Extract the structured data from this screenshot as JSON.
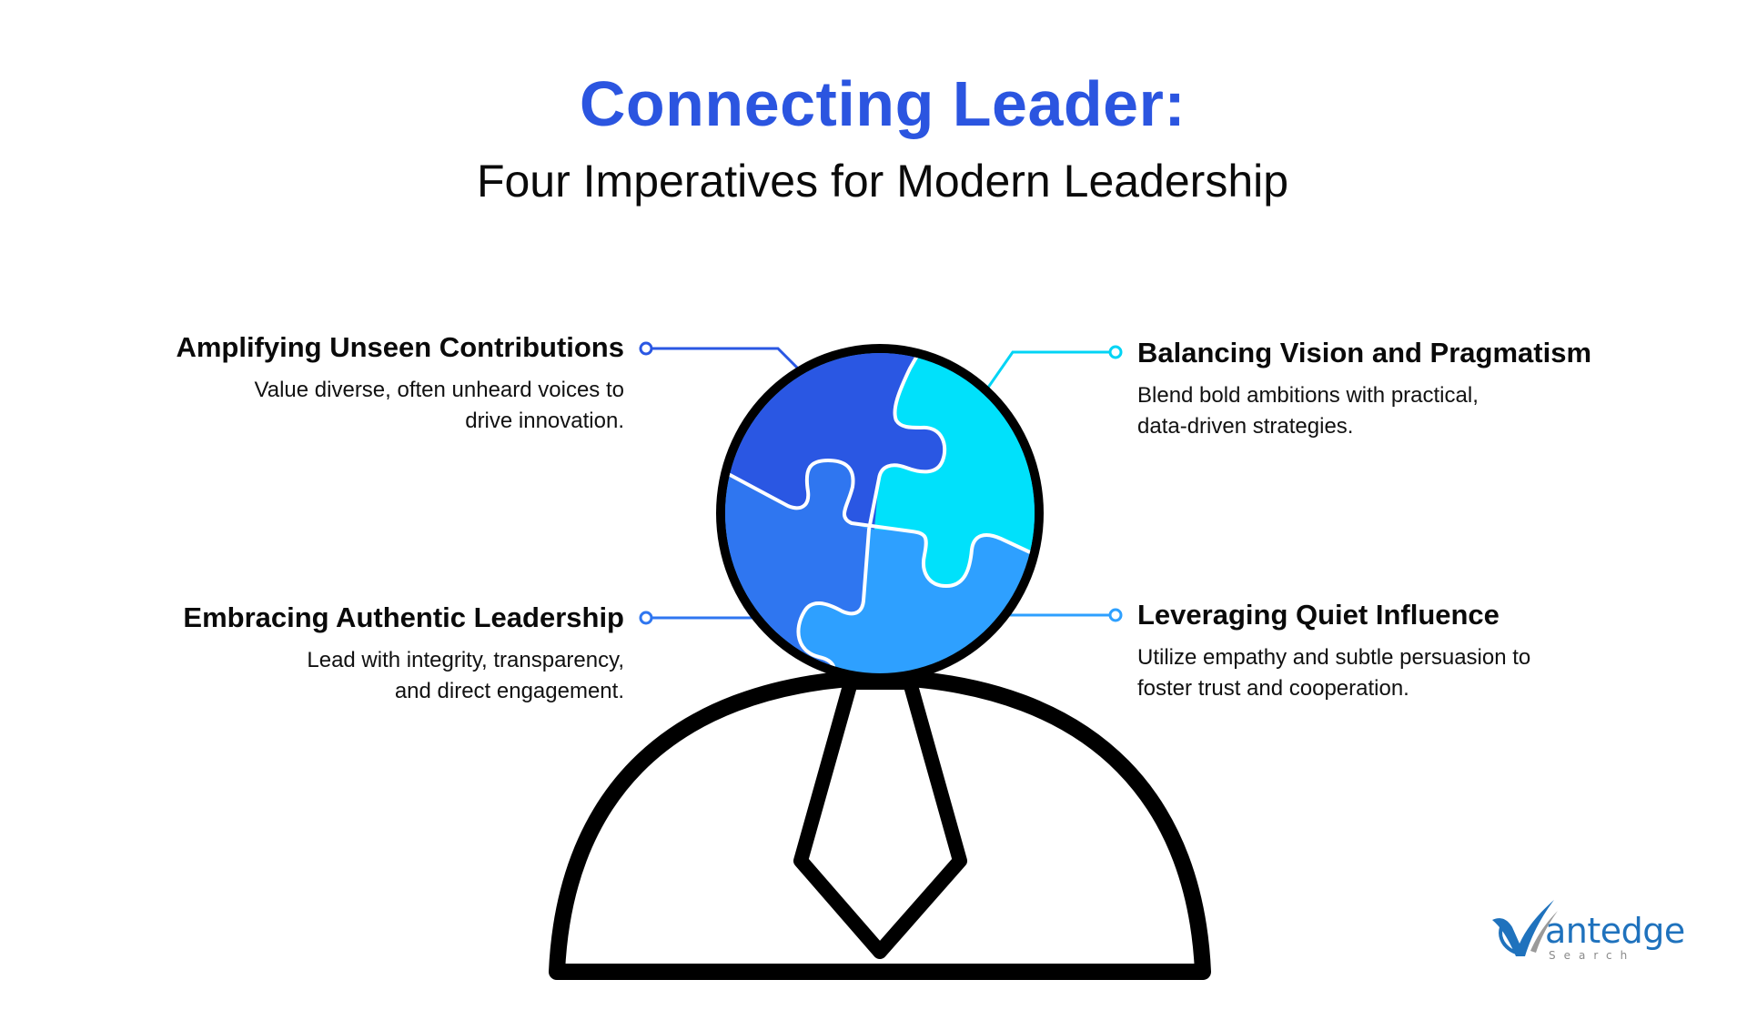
{
  "header": {
    "title": "Connecting Leader:",
    "subtitle": "Four Imperatives for Modern Leadership"
  },
  "imperatives": [
    {
      "position": "top-left",
      "title": "Amplifying Unseen Contributions",
      "description_lines": [
        "Value diverse, often unheard voices to",
        "drive innovation."
      ],
      "color": "#2a57e3"
    },
    {
      "position": "bottom-left",
      "title": "Embracing Authentic Leadership",
      "description_lines": [
        "Lead with integrity, transparency,",
        "and direct engagement."
      ],
      "color": "#2f76f0"
    },
    {
      "position": "top-right",
      "title": "Balancing Vision and Pragmatism",
      "description_lines": [
        "Blend bold ambitions with practical,",
        "data-driven strategies."
      ],
      "color": "#00dcf8"
    },
    {
      "position": "bottom-right",
      "title": "Leveraging Quiet Influence",
      "description_lines": [
        "Utilize empathy and subtle persuasion to",
        "foster trust and cooperation."
      ],
      "color": "#2ea0ff"
    }
  ],
  "figure": {
    "icon": "leader-with-puzzle-head-icon",
    "puzzle_colors": {
      "top_left": "#2a57e3",
      "top_right": "#00e1fb",
      "bottom_left": "#2f76f0",
      "bottom_right": "#2ea0ff"
    }
  },
  "logo": {
    "word": "antedge",
    "sub": "Search",
    "brand_color": "#1f72bd"
  },
  "colors": {
    "title": "#2b55e0",
    "text": "#0a0a0a",
    "outline": "#000000"
  }
}
